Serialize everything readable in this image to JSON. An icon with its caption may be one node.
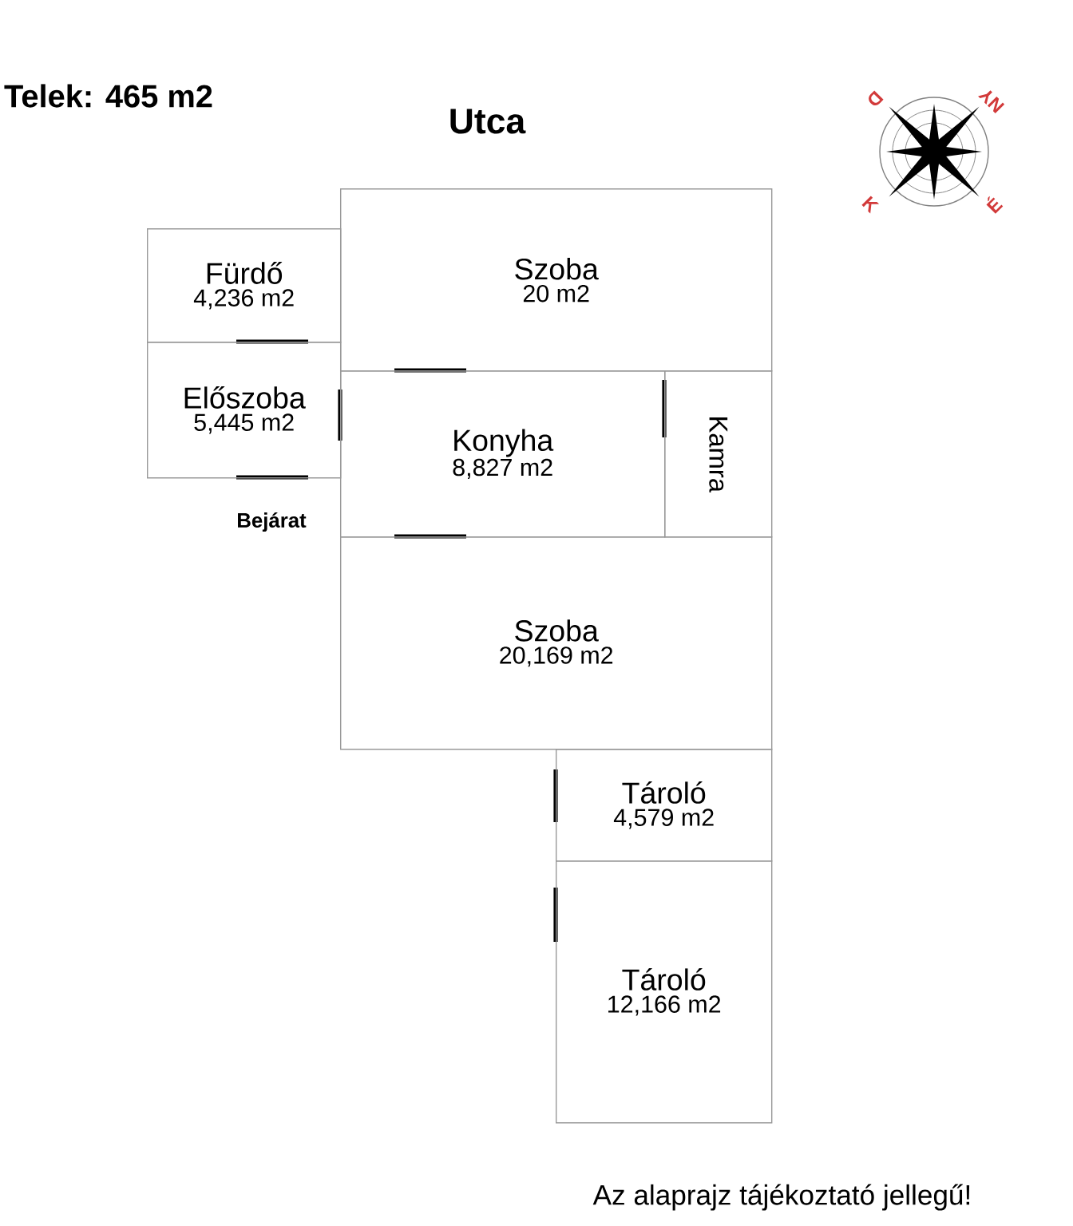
{
  "diagram": {
    "nodes": [
      {
        "text": [
          "Fürdő",
          "4,236 m2"
        ]
      },
      {
        "text": [
          "Előszoba",
          "5,445 m2"
        ]
      },
      {
        "text": [
          "Szoba",
          "20 m2"
        ]
      },
      {
        "text": [
          "Konyha",
          "8,827 m2"
        ]
      },
      {
        "text": [
          "Kamra"
        ]
      },
      {
        "text": [
          "Szoba",
          "20,169 m2"
        ]
      },
      {
        "text": [
          "Tároló",
          "4,579 m2"
        ]
      },
      {
        "text": [
          "Tároló",
          "12,166 m2"
        ]
      }
    ],
    "labels": [
      "Telek: 465 m2",
      "Utca",
      "D",
      "NY",
      "K",
      "É",
      "Bejárat",
      "Az alaprajz tájékoztató jellegű!"
    ]
  }
}
